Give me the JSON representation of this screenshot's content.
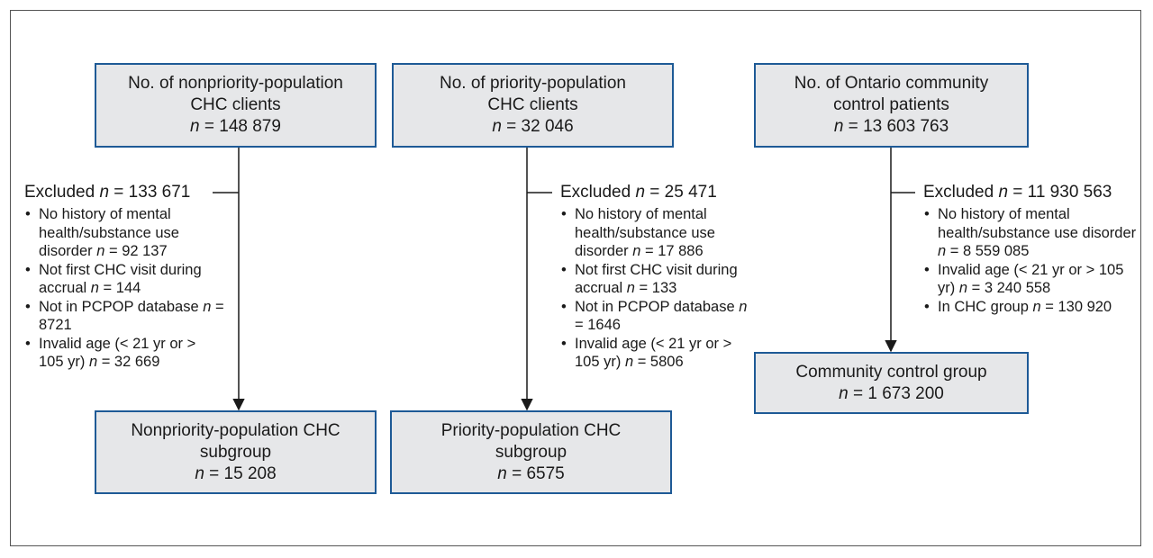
{
  "top_boxes": [
    {
      "title": "No. of nonpriority-population CHC clients",
      "n": "148 879"
    },
    {
      "title": "No. of priority-population CHC clients",
      "n": "32 046"
    },
    {
      "title": "No. of Ontario community control patients",
      "n": "13 603 763"
    }
  ],
  "exclusions": [
    {
      "label": "Excluded",
      "n": "133 671",
      "items": [
        {
          "text": "No history of mental health/substance use disorder",
          "n": "92 137"
        },
        {
          "text": "Not first CHC visit during accrual",
          "n": "144"
        },
        {
          "text": "Not in PCPOP database",
          "n": "8721"
        },
        {
          "text": "Invalid age (< 21 yr or > 105 yr)",
          "n": "32 669"
        }
      ]
    },
    {
      "label": "Excluded",
      "n": "25 471",
      "items": [
        {
          "text": "No history of mental health/substance use disorder",
          "n": "17 886"
        },
        {
          "text": "Not first CHC visit during accrual",
          "n": "133"
        },
        {
          "text": "Not in PCPOP database",
          "n": "1646"
        },
        {
          "text": "Invalid age (< 21 yr or > 105 yr)",
          "n": "5806"
        }
      ]
    },
    {
      "label": "Excluded",
      "n": "11 930 563",
      "items": [
        {
          "text": "No history of mental health/substance use disorder",
          "n": "8 559 085"
        },
        {
          "text": "Invalid age (< 21 yr or > 105 yr)",
          "n": "3 240 558"
        },
        {
          "text": "In CHC group",
          "n": "130 920"
        }
      ]
    }
  ],
  "bottom_boxes": [
    {
      "title": "Nonpriority-population CHC subgroup",
      "n": "15 208"
    },
    {
      "title": "Priority-population CHC subgroup",
      "n": "6575"
    },
    {
      "title": "Community control group",
      "n": "1 673 200"
    }
  ],
  "n_symbol": "n",
  "equals": " = "
}
